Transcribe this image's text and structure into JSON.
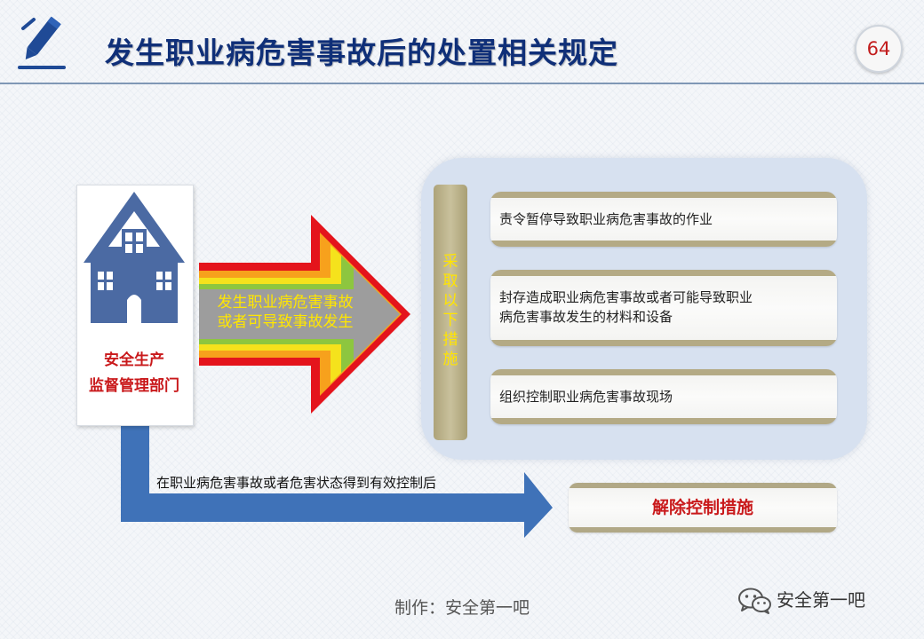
{
  "header": {
    "title": "发生职业病危害事故后的处置相关规定",
    "page_number": "64",
    "icon": "pencil-icon"
  },
  "authority": {
    "label_line1": "安全生产",
    "label_line2": "监督管理部门",
    "icon": "house-icon"
  },
  "incident": {
    "line1": "发生职业病危害事故",
    "line2": "或者可导致事故发生"
  },
  "measures": {
    "heading": [
      "采",
      "取",
      "以",
      "下",
      "措",
      "施"
    ],
    "items": [
      {
        "line1": "责令暂停导致职业病危害事故的作业",
        "line2": ""
      },
      {
        "line1": "封存造成职业病危害事故或者可能导致职业",
        "line2": "病危害事故发生的材料和设备"
      },
      {
        "line1": "组织控制职业病危害事故现场",
        "line2": ""
      }
    ]
  },
  "after_control": {
    "label": "在职业病危害事故或者危害状态得到有效控制后",
    "result": "解除控制措施"
  },
  "footer": {
    "credit": "制作：安全第一吧",
    "account": "安全第一吧",
    "account_icon": "wechat-icon"
  },
  "colors": {
    "title": "#0f2f78",
    "accent_red": "#c9191b",
    "arrow_blue": "#3f72b8",
    "panel": "#d7e1f0",
    "label_yellow": "#ffe600"
  }
}
